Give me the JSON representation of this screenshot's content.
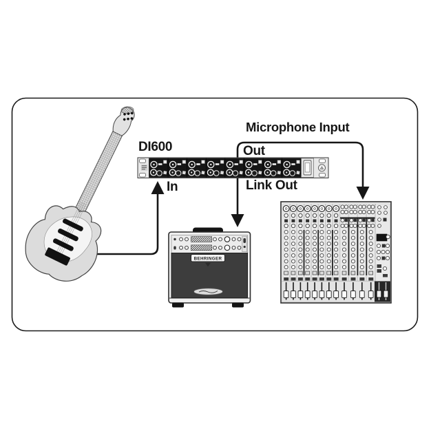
{
  "labels": {
    "device": "DI600",
    "mic_input": "Microphone Input",
    "out": "Out",
    "link_out": "Link Out",
    "in": "In"
  },
  "badges": {
    "amp": "BEHRINGER"
  },
  "colors": {
    "line": "#161616",
    "rack_face": "#161616",
    "panel_light": "#ececec",
    "guitar_body": "#dcdcdc",
    "amp_grille": "#3d3d3d",
    "border": "#1a1a1a"
  }
}
